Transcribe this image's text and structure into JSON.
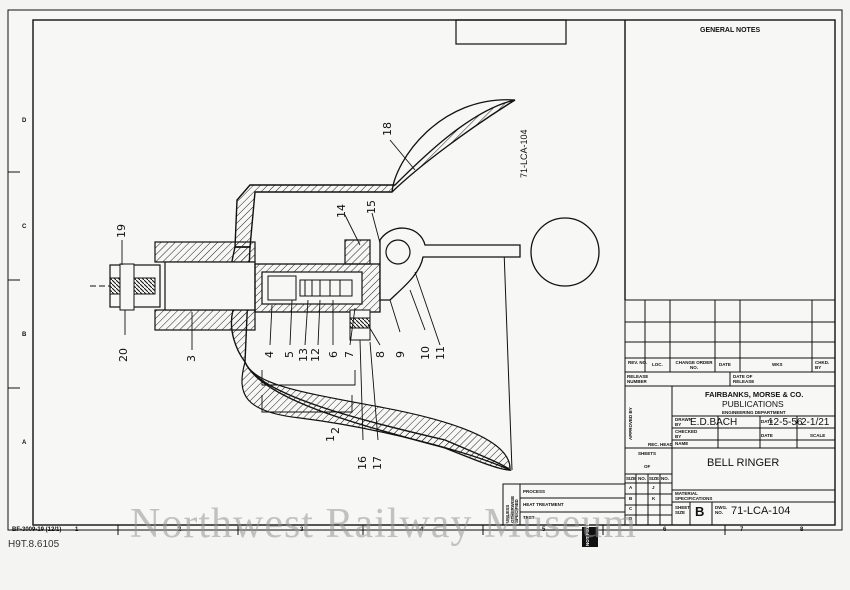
{
  "sheet": {
    "general_notes": "GENERAL NOTES",
    "vertical_dwg_no": "71-LCA-104",
    "form_no": "BF-3009-19  (12/1)",
    "handwritten_ref": "H9T.8.6105",
    "zone_letters": [
      "D",
      "C",
      "B",
      "A"
    ],
    "zone_numbers": [
      "1",
      "2",
      "3",
      "4",
      "5",
      "6",
      "7",
      "8"
    ],
    "callouts": [
      "1",
      "2",
      "3",
      "4",
      "5",
      "6",
      "7",
      "8",
      "9",
      "10",
      "11",
      "12",
      "13",
      "14",
      "15",
      "16",
      "17",
      "18",
      "19",
      "20"
    ]
  },
  "revision_block": {
    "rev_no": "REV. NO.",
    "loc": "LOC.",
    "change_order": "CHANGE ORDER NO.",
    "date": "DATE",
    "wks": "WKS",
    "chkd_by": "CHKD. BY",
    "release_number": "RELEASE NUMBER",
    "date_of_release": "DATE OF RELEASE"
  },
  "title_block": {
    "approved_by": "APPROVED BY",
    "company": "FAIRBANKS, MORSE & CO.",
    "department": "PUBLICATIONS",
    "subdept": "ENGINEERING DEPARTMENT",
    "drawn_by_label": "DRAWN BY",
    "drawn_by": "E.D.BACH",
    "date_label": "DATE",
    "drawn_date": "12-5-56",
    "scale_value": "2-1/21",
    "checked_label": "CHECKED BY",
    "check_date_label": "DATE",
    "scale_label": "SCALE",
    "rec_head": "REC. HEAD",
    "name_label": "NAME",
    "title": "BELL RINGER",
    "material_specs": "MATERIAL SPECIFICATIONS",
    "sheet_size_label": "SHEET SIZE",
    "sheet_size": "B",
    "dwg_no_label": "DWG. NO.",
    "dwg_no": "71-LCA-104"
  },
  "sheets_block": {
    "header": "SHEETS",
    "of": "OF",
    "columns": [
      "SIZE",
      "NO.",
      "SIZE",
      "NO."
    ],
    "rows": [
      [
        "A",
        "",
        "J",
        ""
      ],
      [
        "B",
        "",
        "K",
        ""
      ],
      [
        "C",
        "",
        "",
        ""
      ],
      [
        "D",
        "",
        "",
        ""
      ]
    ]
  },
  "process_block": {
    "unless": "UNLESS OTHERWISE SPECIFIED",
    "process": "PROCESS",
    "heat_treatment": "HEAT TREATMENT",
    "test": "TEST",
    "stamp": "NOT FIXED"
  },
  "watermark": "Northwest Railway Museum"
}
